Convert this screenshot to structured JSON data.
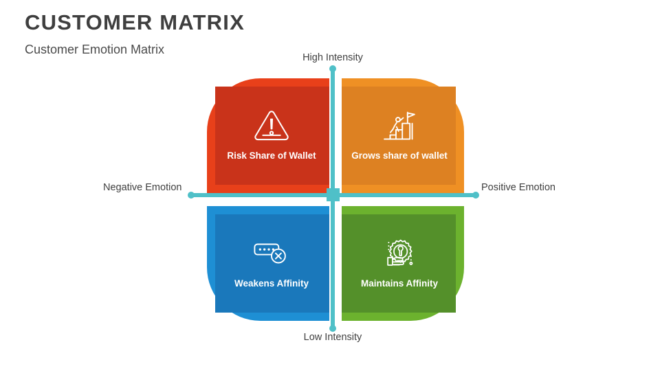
{
  "header": {
    "title": "CUSTOMER MATRIX",
    "subtitle": "Customer Emotion Matrix"
  },
  "axes": {
    "top_label": "High Intensity",
    "bottom_label": "Low Intensity",
    "left_label": "Negative Emotion",
    "right_label": "Positive Emotion",
    "color": "#4fc0c8"
  },
  "quadrants": [
    {
      "id": "top-left",
      "label": "Risk Share of Wallet",
      "icon": "warning-triangle-icon",
      "outer_color": "#e8401a",
      "inner_color": "#c9331a"
    },
    {
      "id": "top-right",
      "label": "Grows share of wallet",
      "icon": "person-climbing-stairs-flag-icon",
      "outer_color": "#ef9024",
      "inner_color": "#dd8122"
    },
    {
      "id": "bottom-left",
      "label": "Weakens Affinity",
      "icon": "password-field-error-icon",
      "outer_color": "#1e8fd4",
      "inner_color": "#1a78bb"
    },
    {
      "id": "bottom-right",
      "label": "Maintains Affinity",
      "icon": "hand-gear-wrench-icon",
      "outer_color": "#6cb22e",
      "inner_color": "#54902a"
    }
  ],
  "colors": {
    "title": "#3f3f3f",
    "background": "#ffffff"
  }
}
